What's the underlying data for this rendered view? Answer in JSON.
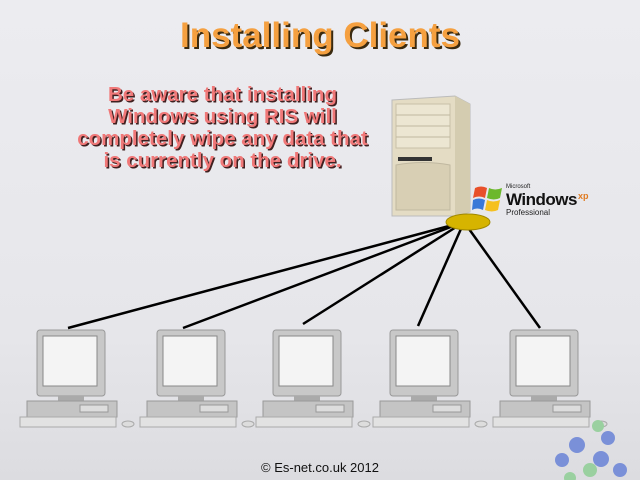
{
  "slide": {
    "title": "Installing Clients",
    "warning_lines": [
      "Be aware that installing",
      "Windows using RIS will",
      "completely wipe any data that",
      "is currently on the drive."
    ],
    "footer": "© Es-net.co.uk 2012"
  },
  "server": {
    "logo_vendor": "Microsoft",
    "logo_product": "Windows",
    "logo_version": "xp",
    "logo_edition": "Professional"
  },
  "clients_count": 5,
  "colors": {
    "title": "#f5a040",
    "warning": "#f07878",
    "hub": "#d8b800"
  }
}
